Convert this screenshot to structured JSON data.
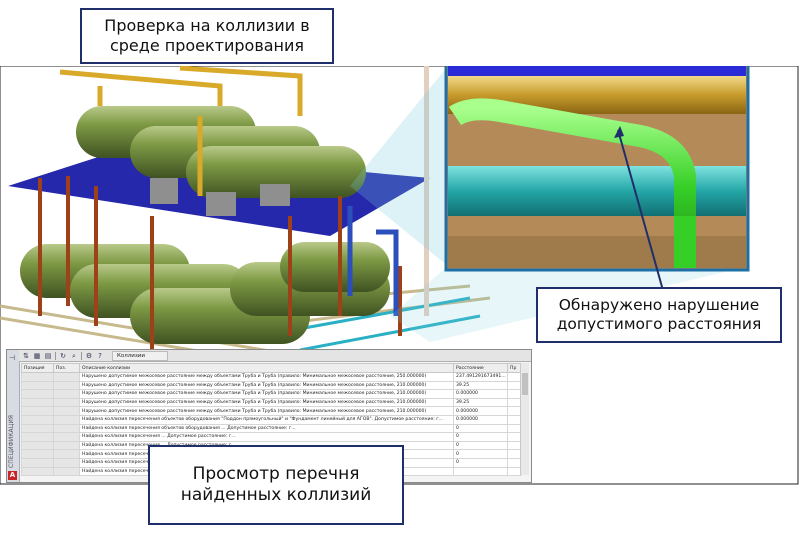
{
  "callouts": {
    "title_line1": "Проверка на коллизии в",
    "title_line2": "среде проектирования",
    "violation_line1": "Обнаружено нарушение",
    "violation_line2": "допустимого расстояния",
    "list_line1": "Просмотр перечня",
    "list_line2": "найденных коллизий"
  },
  "panel": {
    "title": "Коллизии",
    "side_label": "СПЕЦИФИКАЦИЯ",
    "logo": "A",
    "columns": [
      "Позиция",
      "Поз.",
      "Описание коллизии",
      "Расстояние",
      "Пр"
    ],
    "rows": [
      {
        "desc": "Нарушено допустимое межосевое расстояние между объектами Труба и Труба (правило: Минимальное межосевое расстояние, 250.000000)",
        "dist": "237.491291673491..."
      },
      {
        "desc": "Нарушено допустимое межосевое расстояние между объектами Труба и Труба (правило: Минимальное межосевое расстояние, 210.000000)",
        "dist": "39.25"
      },
      {
        "desc": "Нарушено допустимое межосевое расстояние между объектами Труба и Труба (правило: Минимальное межосевое расстояние, 210.000000)",
        "dist": "0.000000"
      },
      {
        "desc": "Нарушено допустимое межосевое расстояние между объектами Труба и Труба (правило: Минимальное межосевое расстояние, 210.000000)",
        "dist": "39.25"
      },
      {
        "desc": "Нарушено допустимое межосевое расстояние между объектами Труба и Труба (правило: Минимальное межосевое расстояние, 210.000000)",
        "dist": "0.000000"
      },
      {
        "desc": "Найдена коллизия пересечения объектов оборудования \"Поддон прямоугольный\" и \"Фундамент линейный для АГОВ\". Допустимое расстояние: г...",
        "dist": "0.000000"
      },
      {
        "desc": "Найдена коллизия пересечения объектов оборудования ... Допустимое расстояние: г...",
        "dist": "0"
      },
      {
        "desc": "Найдена коллизия пересечения ... Допустимое расстояние: г...",
        "dist": "0"
      },
      {
        "desc": "Найдена коллизия пересечения ... Допустимое расстояние: г...",
        "dist": "0"
      },
      {
        "desc": "Найдена коллизия пересечения ... Допустимое расстояние: г...",
        "dist": "0"
      },
      {
        "desc": "Найдена коллизия пересечения ... Допустимое расстояние: г...",
        "dist": "0"
      },
      {
        "desc": "Найдена коллизия пересечения ... Допустимое расстояние: 0.00 м...",
        "dist": ""
      }
    ]
  },
  "colors": {
    "accent_border": "#1f2f6b",
    "zoom_frame": "#1e6fa6",
    "tank_green": "#6f8a3c",
    "platform_blue": "#1d1fa8",
    "pipe_orange": "#c9a431",
    "pipe_green": "#37d12a",
    "pipe_cyan": "#2bb2b4"
  }
}
